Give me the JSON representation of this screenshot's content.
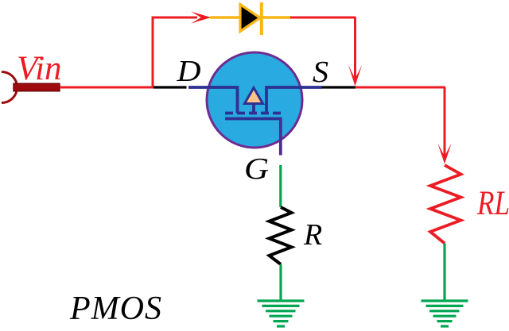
{
  "diagram": {
    "type": "circuit-schematic",
    "caption": "PMOS",
    "labels": {
      "input": "Vin",
      "drain": "D",
      "source": "S",
      "gate": "G",
      "gate_resistor": "R",
      "load_resistor": "RL"
    },
    "components": [
      "input-port",
      "feedback-diode",
      "pmos-transistor",
      "gate-resistor",
      "load-resistor",
      "ground-left",
      "ground-right"
    ]
  },
  "colors": {
    "wire-red": "#EC1C24",
    "dark-red": "#9E0B0F",
    "diode-yellow": "#FBB515",
    "mosfet-fill": "#29ABE2",
    "mosfet-outline": "#6E2C91",
    "symbol-indigo": "#2E3192",
    "gate-drop-violet": "#4B2D92",
    "substrate-arrow-fill": "#F9C489",
    "wire-green": "#00A651",
    "wire-black": "#000000",
    "background": "#FFFFFF"
  }
}
